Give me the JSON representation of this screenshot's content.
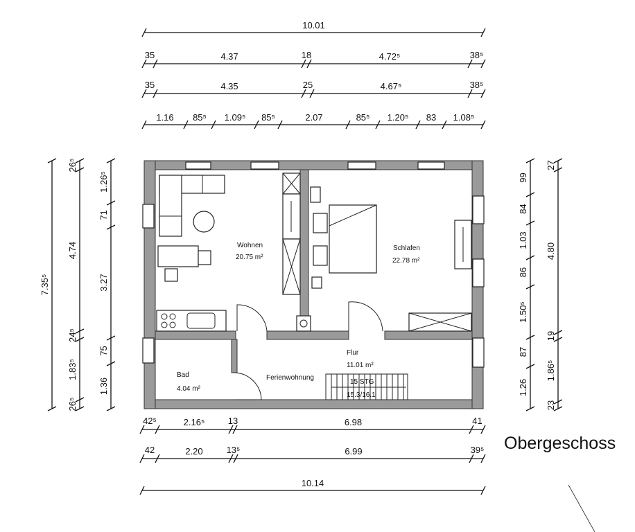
{
  "title": "Obergeschoss",
  "rooms": {
    "wohnen": {
      "name": "Wohnen",
      "area": "20.75 m²"
    },
    "schlafen": {
      "name": "Schlafen",
      "area": "22.78 m²"
    },
    "flur": {
      "name": "Flur",
      "area": "11.01 m²"
    },
    "bad": {
      "name": "Bad",
      "area": "4.04 m²"
    },
    "unit": "Ferienwohnung"
  },
  "stairs": {
    "steps": "15 STG",
    "ratio": "15.3/16.1"
  },
  "dimensions": {
    "top": [
      [
        "10.01"
      ],
      [
        "35",
        "4.37",
        "18",
        "4.72⁵",
        "38⁵"
      ],
      [
        "35",
        "4.35",
        "25",
        "4.67⁵",
        "38⁵"
      ],
      [
        "1.16",
        "85⁵",
        "1.09⁵",
        "85⁵",
        "2.07",
        "85⁵",
        "1.20⁵",
        "83",
        "1.08⁵"
      ]
    ],
    "left": [
      [
        "7.35⁵"
      ],
      [
        "26⁵",
        "4.74",
        "24⁵",
        "1.83⁵",
        "26⁵"
      ],
      [
        "1.26⁵",
        "71",
        "3.27",
        "75",
        "1.36"
      ]
    ],
    "right": [
      [
        "99",
        "84",
        "1.03",
        "86",
        "1.50⁵",
        "87",
        "1.26"
      ],
      [
        "27",
        "4.80",
        "19",
        "1.86⁵",
        "23"
      ]
    ],
    "bottom": [
      [
        "42⁵",
        "2.16⁵",
        "13",
        "6.98",
        "41"
      ],
      [
        "42",
        "2.20",
        "13⁵",
        "6.99",
        "39⁵"
      ],
      [
        "10.14"
      ]
    ]
  }
}
